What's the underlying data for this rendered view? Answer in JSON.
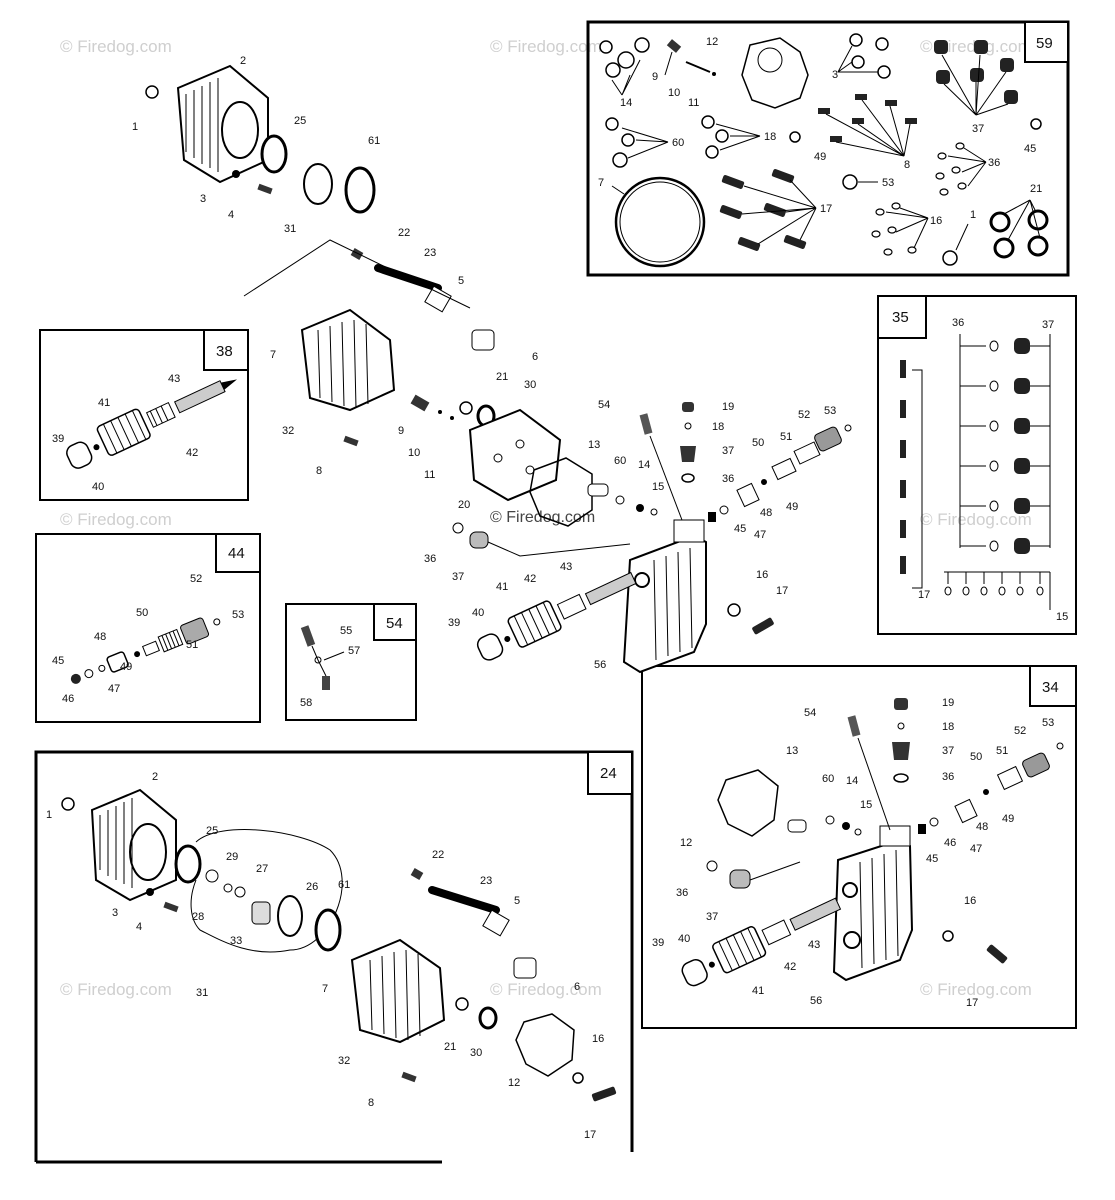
{
  "watermark": "© Firedog.com",
  "center_watermark": "© Firedog.com",
  "boxes": {
    "b59": {
      "tag": "59",
      "labels": [
        "14",
        "9",
        "10",
        "11",
        "12",
        "3",
        "37",
        "60",
        "18",
        "49",
        "8",
        "36",
        "45",
        "7",
        "53",
        "17",
        "16",
        "1",
        "21"
      ]
    },
    "b35": {
      "tag": "35",
      "labels": [
        "36",
        "37",
        "17",
        "15"
      ]
    },
    "b38": {
      "tag": "38",
      "labels": [
        "43",
        "41",
        "42",
        "39",
        "40"
      ]
    },
    "b44": {
      "tag": "44",
      "labels": [
        "52",
        "53",
        "50",
        "51",
        "48",
        "49",
        "45",
        "46",
        "47"
      ]
    },
    "b54": {
      "tag": "54",
      "labels": [
        "55",
        "57",
        "58"
      ]
    },
    "b34": {
      "tag": "34",
      "labels": [
        "19",
        "54",
        "18",
        "37",
        "13",
        "36",
        "60",
        "14",
        "15",
        "50",
        "51",
        "52",
        "53",
        "49",
        "48",
        "47",
        "46",
        "45",
        "12",
        "36",
        "37",
        "43",
        "42",
        "41",
        "40",
        "39",
        "16",
        "17",
        "56"
      ]
    },
    "b24": {
      "tag": "24",
      "labels": [
        "2",
        "1",
        "25",
        "29",
        "27",
        "22",
        "23",
        "26",
        "61",
        "5",
        "3",
        "28",
        "4",
        "33",
        "31",
        "6",
        "7",
        "32",
        "21",
        "30",
        "16",
        "12",
        "8",
        "17"
      ]
    }
  },
  "main_labels": [
    "2",
    "1",
    "25",
    "61",
    "3",
    "4",
    "31",
    "22",
    "23",
    "5",
    "6",
    "7",
    "32",
    "9",
    "10",
    "11",
    "8",
    "21",
    "30",
    "20",
    "13",
    "54",
    "19",
    "18",
    "37",
    "36",
    "60",
    "14",
    "15",
    "50",
    "51",
    "52",
    "53",
    "48",
    "49",
    "45",
    "47",
    "36",
    "37",
    "43",
    "41",
    "42",
    "40",
    "39",
    "16",
    "17",
    "56"
  ]
}
